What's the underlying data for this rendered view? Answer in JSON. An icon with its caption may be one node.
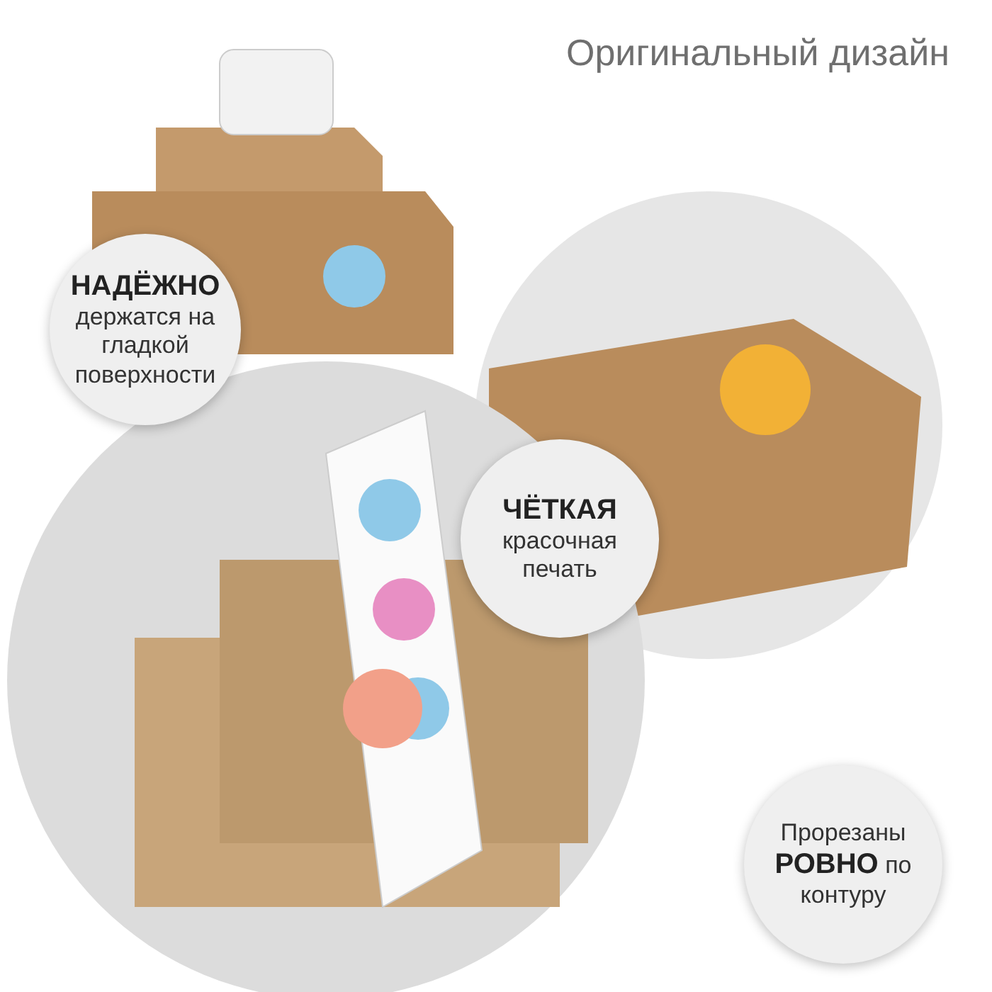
{
  "diagram": {
    "title": "Оригинальный дизайн",
    "nodes": [
      {
        "text": [
          "**НАДЁЖНО** держатся на гладкой поверхности"
        ]
      },
      {
        "text": [
          "**ЧЁТКАЯ** красочная печать"
        ]
      },
      {
        "text": [
          "Прорезаны **РОВНО** по контуру"
        ]
      }
    ]
  }
}
